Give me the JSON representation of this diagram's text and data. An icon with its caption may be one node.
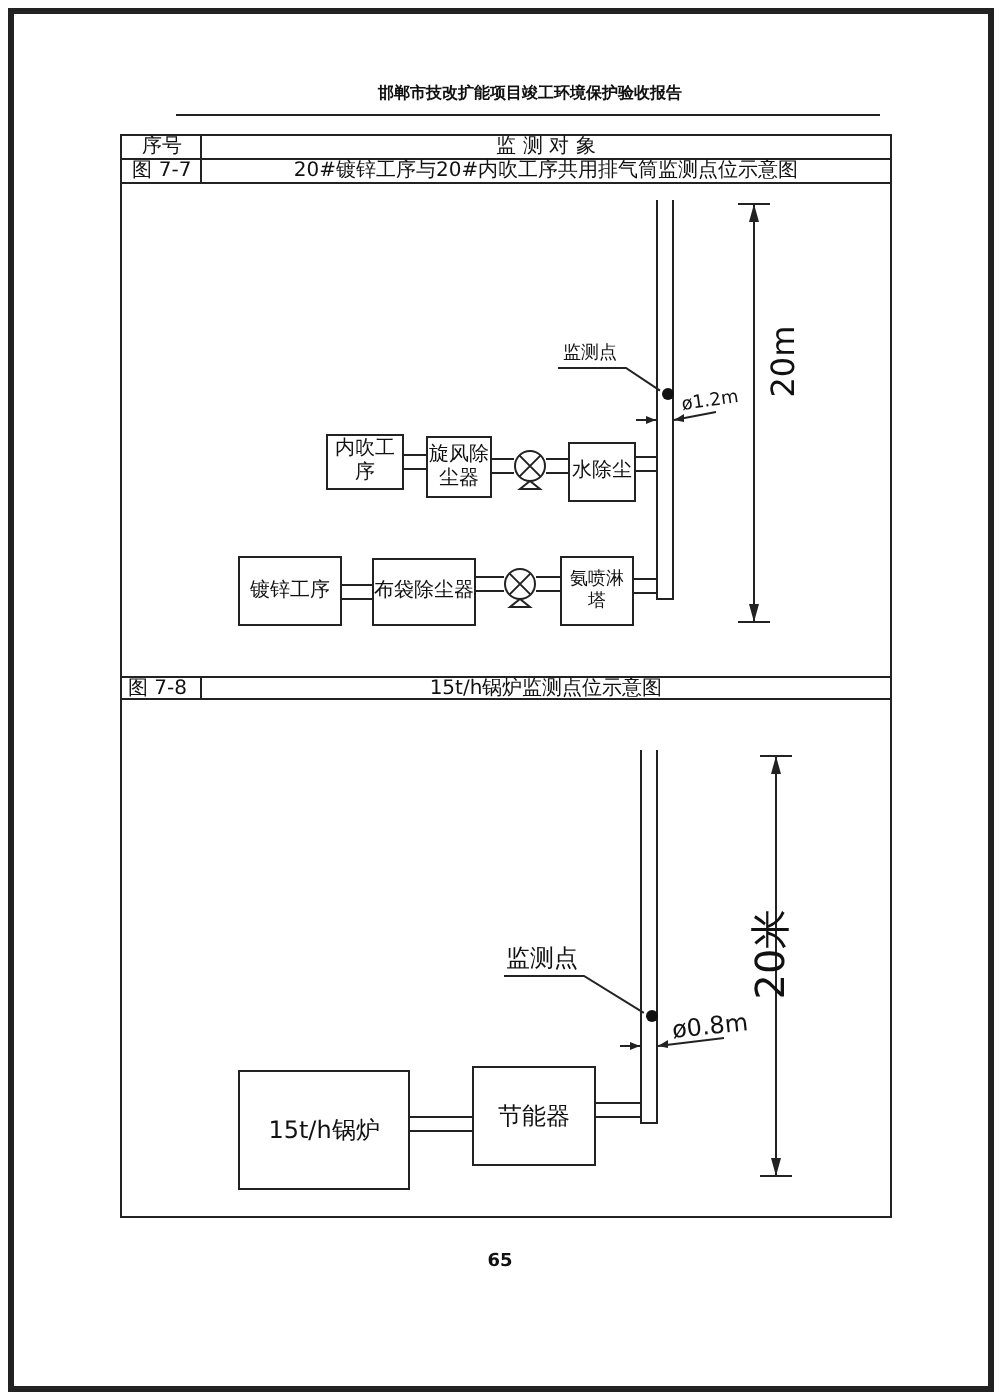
{
  "diagram": {
    "nodes": [
      {
        "text": [
          "内吹工序"
        ]
      },
      {
        "text": [
          "旋风除尘器"
        ]
      },
      {
        "text": [],
        "shape": "circle"
      },
      {
        "text": [
          "水除尘"
        ]
      },
      {
        "text": [
          "镀锌工序"
        ]
      },
      {
        "text": [
          "布袋除尘器"
        ]
      },
      {
        "text": [],
        "shape": "circle"
      },
      {
        "text": [
          "氨喷淋塔"
        ]
      },
      {
        "text": [],
        "shape": "box"
      },
      {
        "text": [],
        "shape": "circle",
        "in": 8
      },
      {
        "text": [
          "监测点"
        ]
      },
      {
        "text": [
          "15t/h锅炉"
        ]
      },
      {
        "text": [
          "节能器"
        ]
      },
      {
        "text": [],
        "shape": "box"
      },
      {
        "text": [],
        "shape": "circle",
        "in": 13
      },
      {
        "text": [
          "监测点"
        ]
      }
    ],
    "edges": [
      {
        "from": 0,
        "to": 1,
        "arrow": "none"
      },
      {
        "from": 1,
        "to": 2,
        "arrow": "none"
      },
      {
        "from": 2,
        "to": 3,
        "arrow": "none"
      },
      {
        "from": 3,
        "to": 8,
        "arrow": "none"
      },
      {
        "from": 4,
        "to": 5,
        "arrow": "none"
      },
      {
        "from": 5,
        "to": 6,
        "arrow": "none"
      },
      {
        "from": 6,
        "to": 7,
        "arrow": "none"
      },
      {
        "from": 7,
        "to": 8,
        "arrow": "none"
      },
      {
        "from": 10,
        "to": 9,
        "arrow": "none"
      },
      {
        "from": 11,
        "to": 12,
        "arrow": "none"
      },
      {
        "from": 12,
        "to": 13,
        "arrow": "none"
      },
      {
        "from": 15,
        "to": 14,
        "arrow": "none"
      }
    ],
    "labels": [
      "邯郸市技改扩能项目竣工环境保护验收报告",
      "序号",
      "监 测 对 象",
      "图 7-7",
      "20#镀锌工序与20#内吹工序共用排气筒监测点位示意图",
      "ø1.2m",
      "20m",
      "图 7-8",
      "15t/h锅炉监测点位示意图",
      "ø0.8m",
      "20米",
      "65"
    ]
  }
}
